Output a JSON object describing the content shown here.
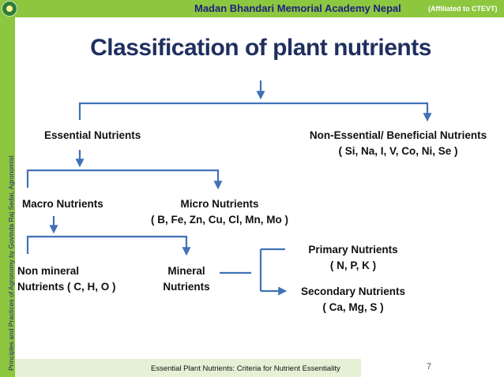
{
  "header": {
    "academy": "Madan Bhandari Memorial Academy Nepal",
    "affiliated": "(Affiliated to CTEVT)"
  },
  "sidebar": {
    "text": "Principles and Practices of Agronomy by Govinda Raj Sedai, Agronomist"
  },
  "slide": {
    "title": "Classification of  plant nutrients"
  },
  "diagram": {
    "essential": "Essential Nutrients",
    "non_essential_line1": "Non-Essential/ Beneficial  Nutrients",
    "non_essential_line2": "( Si, Na, I, V, Co, Ni, Se )",
    "macro": "Macro Nutrients",
    "micro_line1": "Micro Nutrients",
    "micro_line2": "( B, Fe, Zn, Cu, Cl, Mn, Mo )",
    "non_mineral_line1": "Non mineral",
    "non_mineral_line2": "Nutrients ( C, H, O )",
    "mineral_line1": "Mineral",
    "mineral_line2": "Nutrients",
    "primary_line1": "Primary Nutrients",
    "primary_line2": "( N, P, K )",
    "secondary_line1": "Secondary Nutrients",
    "secondary_line2": "( Ca, Mg, S )"
  },
  "footer": {
    "caption": "Essential Plant Nutrients: Criteria for Nutrient Essentiality",
    "page_number": "7"
  },
  "colors": {
    "accent_green": "#8dc63f",
    "header_text": "#1a237e",
    "connector_blue": "#3f72b8",
    "title": "#1f2f5f"
  }
}
